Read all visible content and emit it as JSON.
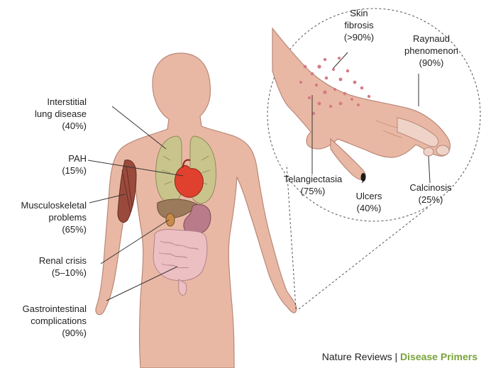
{
  "labels": {
    "ild": "Interstitial\nlung disease\n(40%)",
    "pah": "PAH\n(15%)",
    "msk": "Musculoskeletal\nproblems\n(65%)",
    "renal": "Renal crisis\n(5–10%)",
    "gi": "Gastrointestinal\ncomplications\n(90%)",
    "skin": "Skin\nfibrosis\n(>90%)",
    "raynaud": "Raynaud\nphenomenon\n(90%)",
    "telang": "Telangiectasia\n(75%)",
    "ulcers": "Ulcers\n(40%)",
    "calcinosis": "Calcinosis\n(25%)"
  },
  "credit": {
    "publisher": "Nature Reviews",
    "separator": "|",
    "series": "Disease Primers"
  },
  "colors": {
    "skin": "#e9b8a4",
    "skin_dark": "#c98d7a",
    "lungs": "#c9c48c",
    "heart": "#e0412e",
    "muscle": "#9a4a3c",
    "intestine": "#ecbfc2",
    "brand_green": "#7aa23a"
  }
}
